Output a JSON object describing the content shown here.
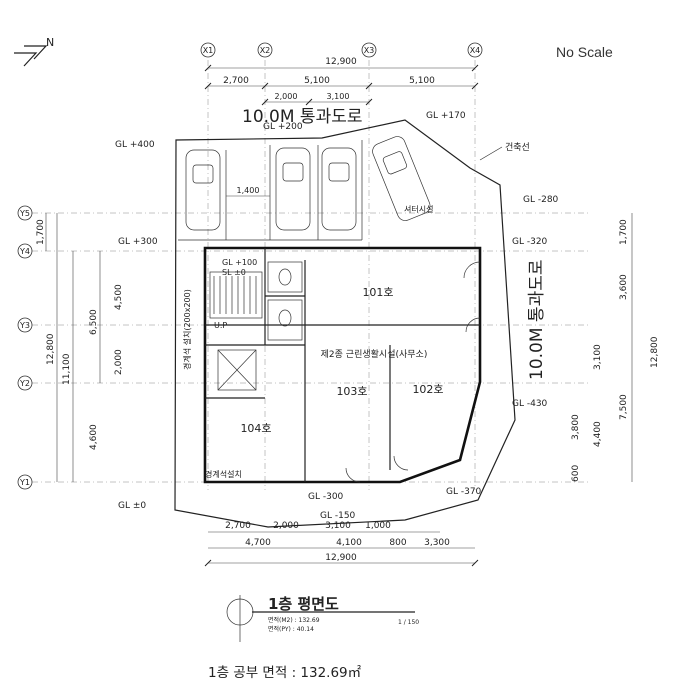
{
  "north_label": "N",
  "scale_note": "No Scale",
  "grid": {
    "x": [
      "X1",
      "X2",
      "X3",
      "X4"
    ],
    "y": [
      "Y5",
      "Y4",
      "Y3",
      "Y2",
      "Y1"
    ]
  },
  "dims_top": {
    "overall": "12,900",
    "d1": "2,700",
    "d2": "5,100",
    "d3": "5,100",
    "s1": "2,000",
    "s2": "3,100"
  },
  "dims_bottom": {
    "a1": "2,700",
    "a2": "2,000",
    "a3": "3,100",
    "a4": "1,000",
    "b1": "4,700",
    "b2": "4,100",
    "b3": "800",
    "b4": "3,300",
    "overall": "12,900"
  },
  "dims_left": {
    "l1": "1,700",
    "l2": "6,500",
    "l3": "4,500",
    "l4": "2,000",
    "l5": "4,600",
    "l6": "11,100",
    "overall": "12,800"
  },
  "dims_right": {
    "r1": "1,700",
    "r2": "3,600",
    "r3": "3,100",
    "r4": "7,500",
    "r5": "3,800",
    "r6": "4,400",
    "r7": "600",
    "overall": "12,800"
  },
  "road_top": "10.0M 통과도로",
  "road_right": "10.0M 통과도로",
  "levels": {
    "top_center": "GL +200",
    "top_right": "GL +170",
    "left_top": "GL +400",
    "left_mid": "GL +300",
    "left_bottom": "GL ±0",
    "right_280": "GL -280",
    "right_320": "GL -320",
    "right_430": "GL -430",
    "right_370": "GL -370",
    "bottom_300": "GL -300",
    "bottom_150": "GL -150",
    "inner_100": "GL +100",
    "inner_sl": "SL ±0"
  },
  "labels": {
    "parking_dim": "1,400",
    "building_line": "건축선",
    "shutter": "셔터시설",
    "room101": "101호",
    "room102": "102호",
    "room103": "103호",
    "room104": "104호",
    "facility": "제2종 근린생활시설(사무소)",
    "fence": "경계석 설치(200x200)",
    "fence_bottom": "경계석설치",
    "up": "U.P"
  },
  "title": {
    "main": "1층 평면도",
    "area_m2": "면적(M2) : 132.69",
    "area_py": "면적(PY) : 40.14",
    "scale": "1 / 150"
  },
  "caption": "1층 공부 면적 : 132.69㎡"
}
